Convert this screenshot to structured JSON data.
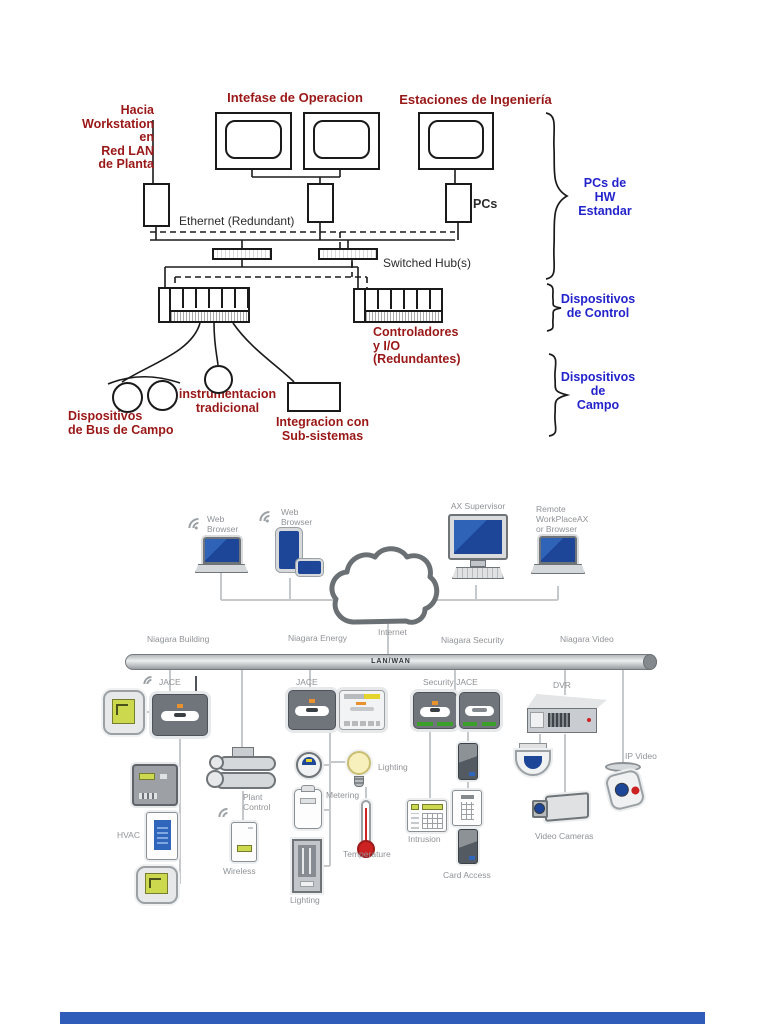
{
  "footer": {
    "color": "#2e5cb8"
  },
  "diagram1": {
    "colors": {
      "red_text": "#9a1717",
      "blue_text": "#2323cc"
    },
    "hacia_workstation": "Hacia\nWorkstation\nen\nRed LAN\nde Planta",
    "title_operacion": "Intefase de Operacion",
    "title_ingenieria": "Estaciones de Ingeniería",
    "ethernet": "Ethernet (Redundant)",
    "pcs": "PCs",
    "switched_hub": "Switched Hub(s)",
    "controladores": "Controladores\ny I/O\n(Redundantes)",
    "bus_campo": "Dispositivos\nde Bus de Campo",
    "instrumentacion": "instrumentacion\ntradicional",
    "integracion": "Integracion con\nSub-sistemas",
    "brace_pcs": "PCs de\nHW\nEstandar",
    "brace_control": "Dispositivos\nde Control",
    "brace_campo": "Dispositivos\nde\nCampo"
  },
  "diagram2": {
    "colors": {
      "screen_navy": "#1d4699",
      "label_gray": "#8f9296"
    },
    "web_browser_1": "Web\nBrowser",
    "web_browser_2": "Web\nBrowser",
    "ax_supervisor": "AX Supervisor",
    "remote_workplace": "Remote\nWorkPlaceAX\nor Browser",
    "internet": "Internet",
    "pipe_label": "LAN/WAN",
    "niagara_building": "Niagara Building",
    "niagara_energy": "Niagara Energy",
    "niagara_security": "Niagara Security",
    "niagara_video": "Niagara Video",
    "jace_left": "JACE",
    "jace_mid": "JACE",
    "security_jace": "Security JACE",
    "dvr": "DVR",
    "hvac": "HVAC",
    "plant_control": "Plant\nControl",
    "wireless": "Wireless",
    "metering": "Metering",
    "lighting_top": "Lighting",
    "temperature": "Temperature",
    "lighting_bottom": "Lighting",
    "intrusion": "Intrusion",
    "card_access": "Card Access",
    "video_cameras": "Video Cameras",
    "ip_video": "IP Video"
  }
}
